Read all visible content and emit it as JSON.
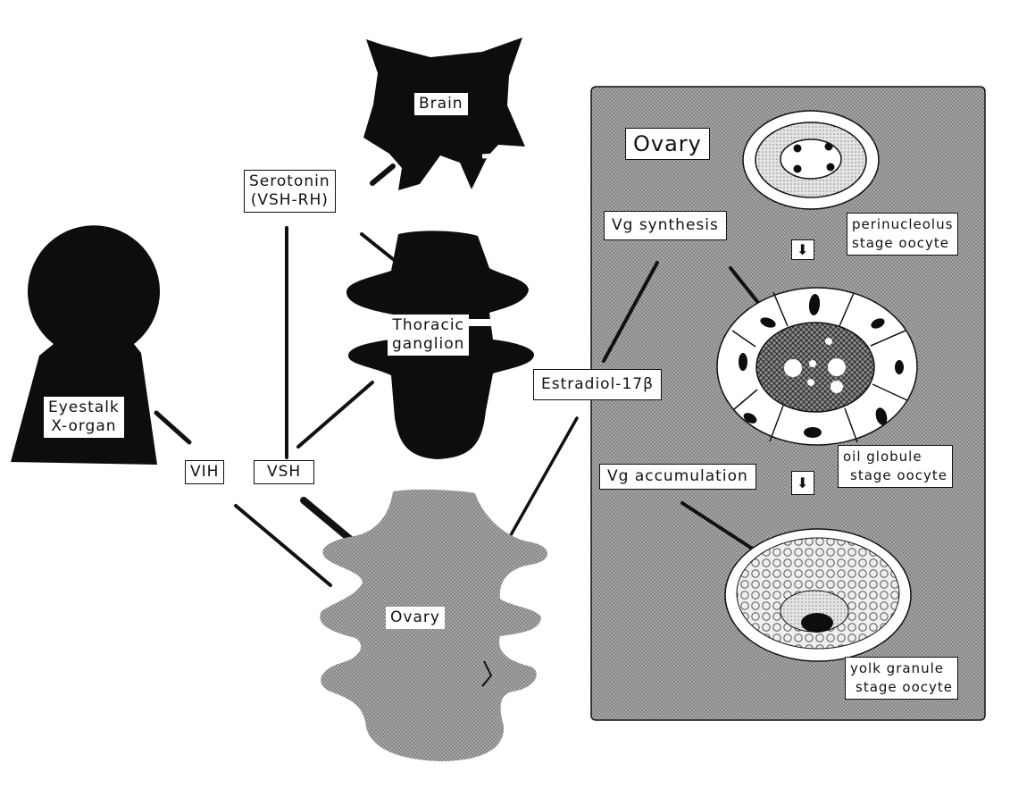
{
  "labels": {
    "brain": "Brain",
    "serotonin_line1": "Serotonin",
    "serotonin_line2": "(VSH-RH)",
    "thoracic_line1": "Thoracic",
    "thoracic_line2": "ganglion",
    "eyestalk_line1": "Eyestalk",
    "eyestalk_line2": "X-organ",
    "vih": "VIH",
    "vsh": "VSH",
    "ovary_organ": "Ovary",
    "estradiol": "Estradiol-17β",
    "panel_title": "Ovary",
    "vg_synthesis": "Vg synthesis",
    "perinucleolus_line1": "perinucleolus",
    "perinucleolus_line2": "stage oocyte",
    "oil_globule_line1": "oil globule",
    "oil_globule_line2": "stage oocyte",
    "vg_accumulation": "Vg accumulation",
    "yolk_granule_line1": "yolk granule",
    "yolk_granule_line2": "stage oocyte",
    "arrow_glyph": "⬇"
  },
  "colors": {
    "ink": "#111111",
    "panel_fill": "#9a9a9a",
    "ovary_fill": "#7c7c7c",
    "light_stipple": "#d2d2d2",
    "paper": "#ffffff"
  }
}
